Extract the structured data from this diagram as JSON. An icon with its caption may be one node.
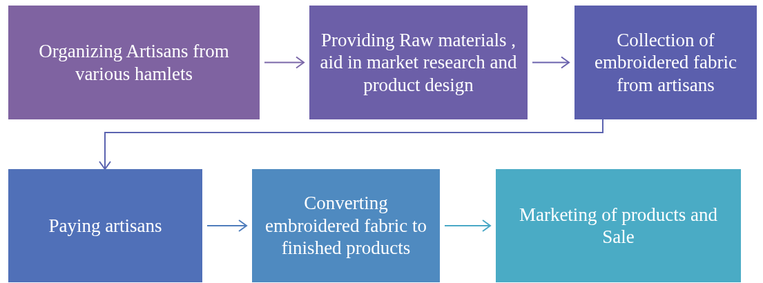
{
  "diagram": {
    "nodes": [
      {
        "text": [
          "Organizing Artisans from various hamlets"
        ]
      },
      {
        "text": [
          "Providing Raw materials , aid in market research and product design"
        ]
      },
      {
        "text": [
          "Collection of embroidered fabric from artisans"
        ]
      },
      {
        "text": [
          "Paying artisans"
        ]
      },
      {
        "text": [
          "Converting embroidered fabric to finished products"
        ]
      },
      {
        "text": [
          "Marketing of products and Sale"
        ]
      }
    ],
    "edges": [
      {
        "from": 0,
        "to": 1,
        "arrow": "to",
        "color": "#7b67a8"
      },
      {
        "from": 1,
        "to": 2,
        "arrow": "to",
        "color": "#6a62ad"
      },
      {
        "from": 2,
        "to": 3,
        "arrow": "to",
        "color": "#5b63b0"
      },
      {
        "from": 3,
        "to": 4,
        "arrow": "to",
        "color": "#4f7dbc"
      },
      {
        "from": 4,
        "to": 5,
        "arrow": "to",
        "color": "#4aa8c6"
      }
    ]
  }
}
